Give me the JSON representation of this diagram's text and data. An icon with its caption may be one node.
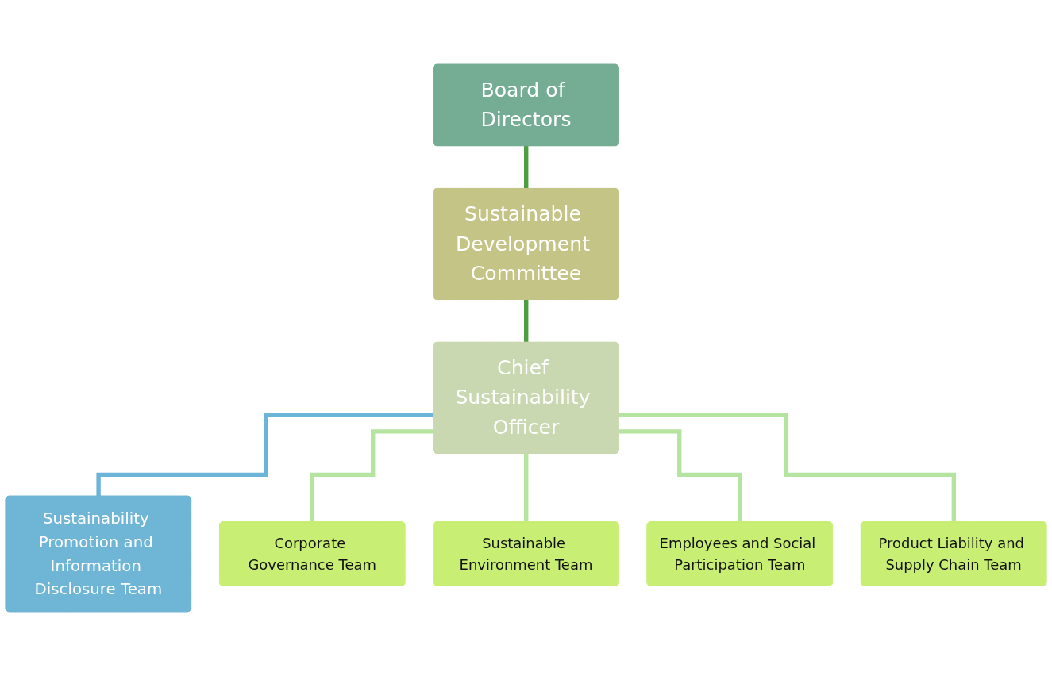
{
  "diagram": {
    "nodes": [
      {
        "text": [
          "Board of Directors"
        ]
      },
      {
        "text": [
          "Sustainable Development Committee"
        ]
      },
      {
        "text": [
          "Chief Sustainability Officer"
        ]
      },
      {
        "text": [
          "Sustainability Promotion and Information Disclosure Team"
        ]
      },
      {
        "text": [
          "Corporate Governance Team"
        ]
      },
      {
        "text": [
          "Sustainable Environment Team"
        ]
      },
      {
        "text": [
          "Employees and Social Participation Team"
        ]
      },
      {
        "text": [
          "Product Liability and Supply Chain Team"
        ]
      }
    ],
    "edges": [
      {
        "from": 0,
        "to": 1,
        "arrow": "none",
        "color": "#4c9e3e"
      },
      {
        "from": 1,
        "to": 2,
        "arrow": "none",
        "color": "#4c9e3e"
      },
      {
        "from": 2,
        "to": 3,
        "arrow": "none",
        "color": "#6cb4d8"
      },
      {
        "from": 2,
        "to": 4,
        "arrow": "none"
      },
      {
        "from": 2,
        "to": 5,
        "arrow": "none"
      },
      {
        "from": 2,
        "to": 6,
        "arrow": "none"
      },
      {
        "from": 2,
        "to": 7,
        "arrow": "none"
      }
    ]
  }
}
